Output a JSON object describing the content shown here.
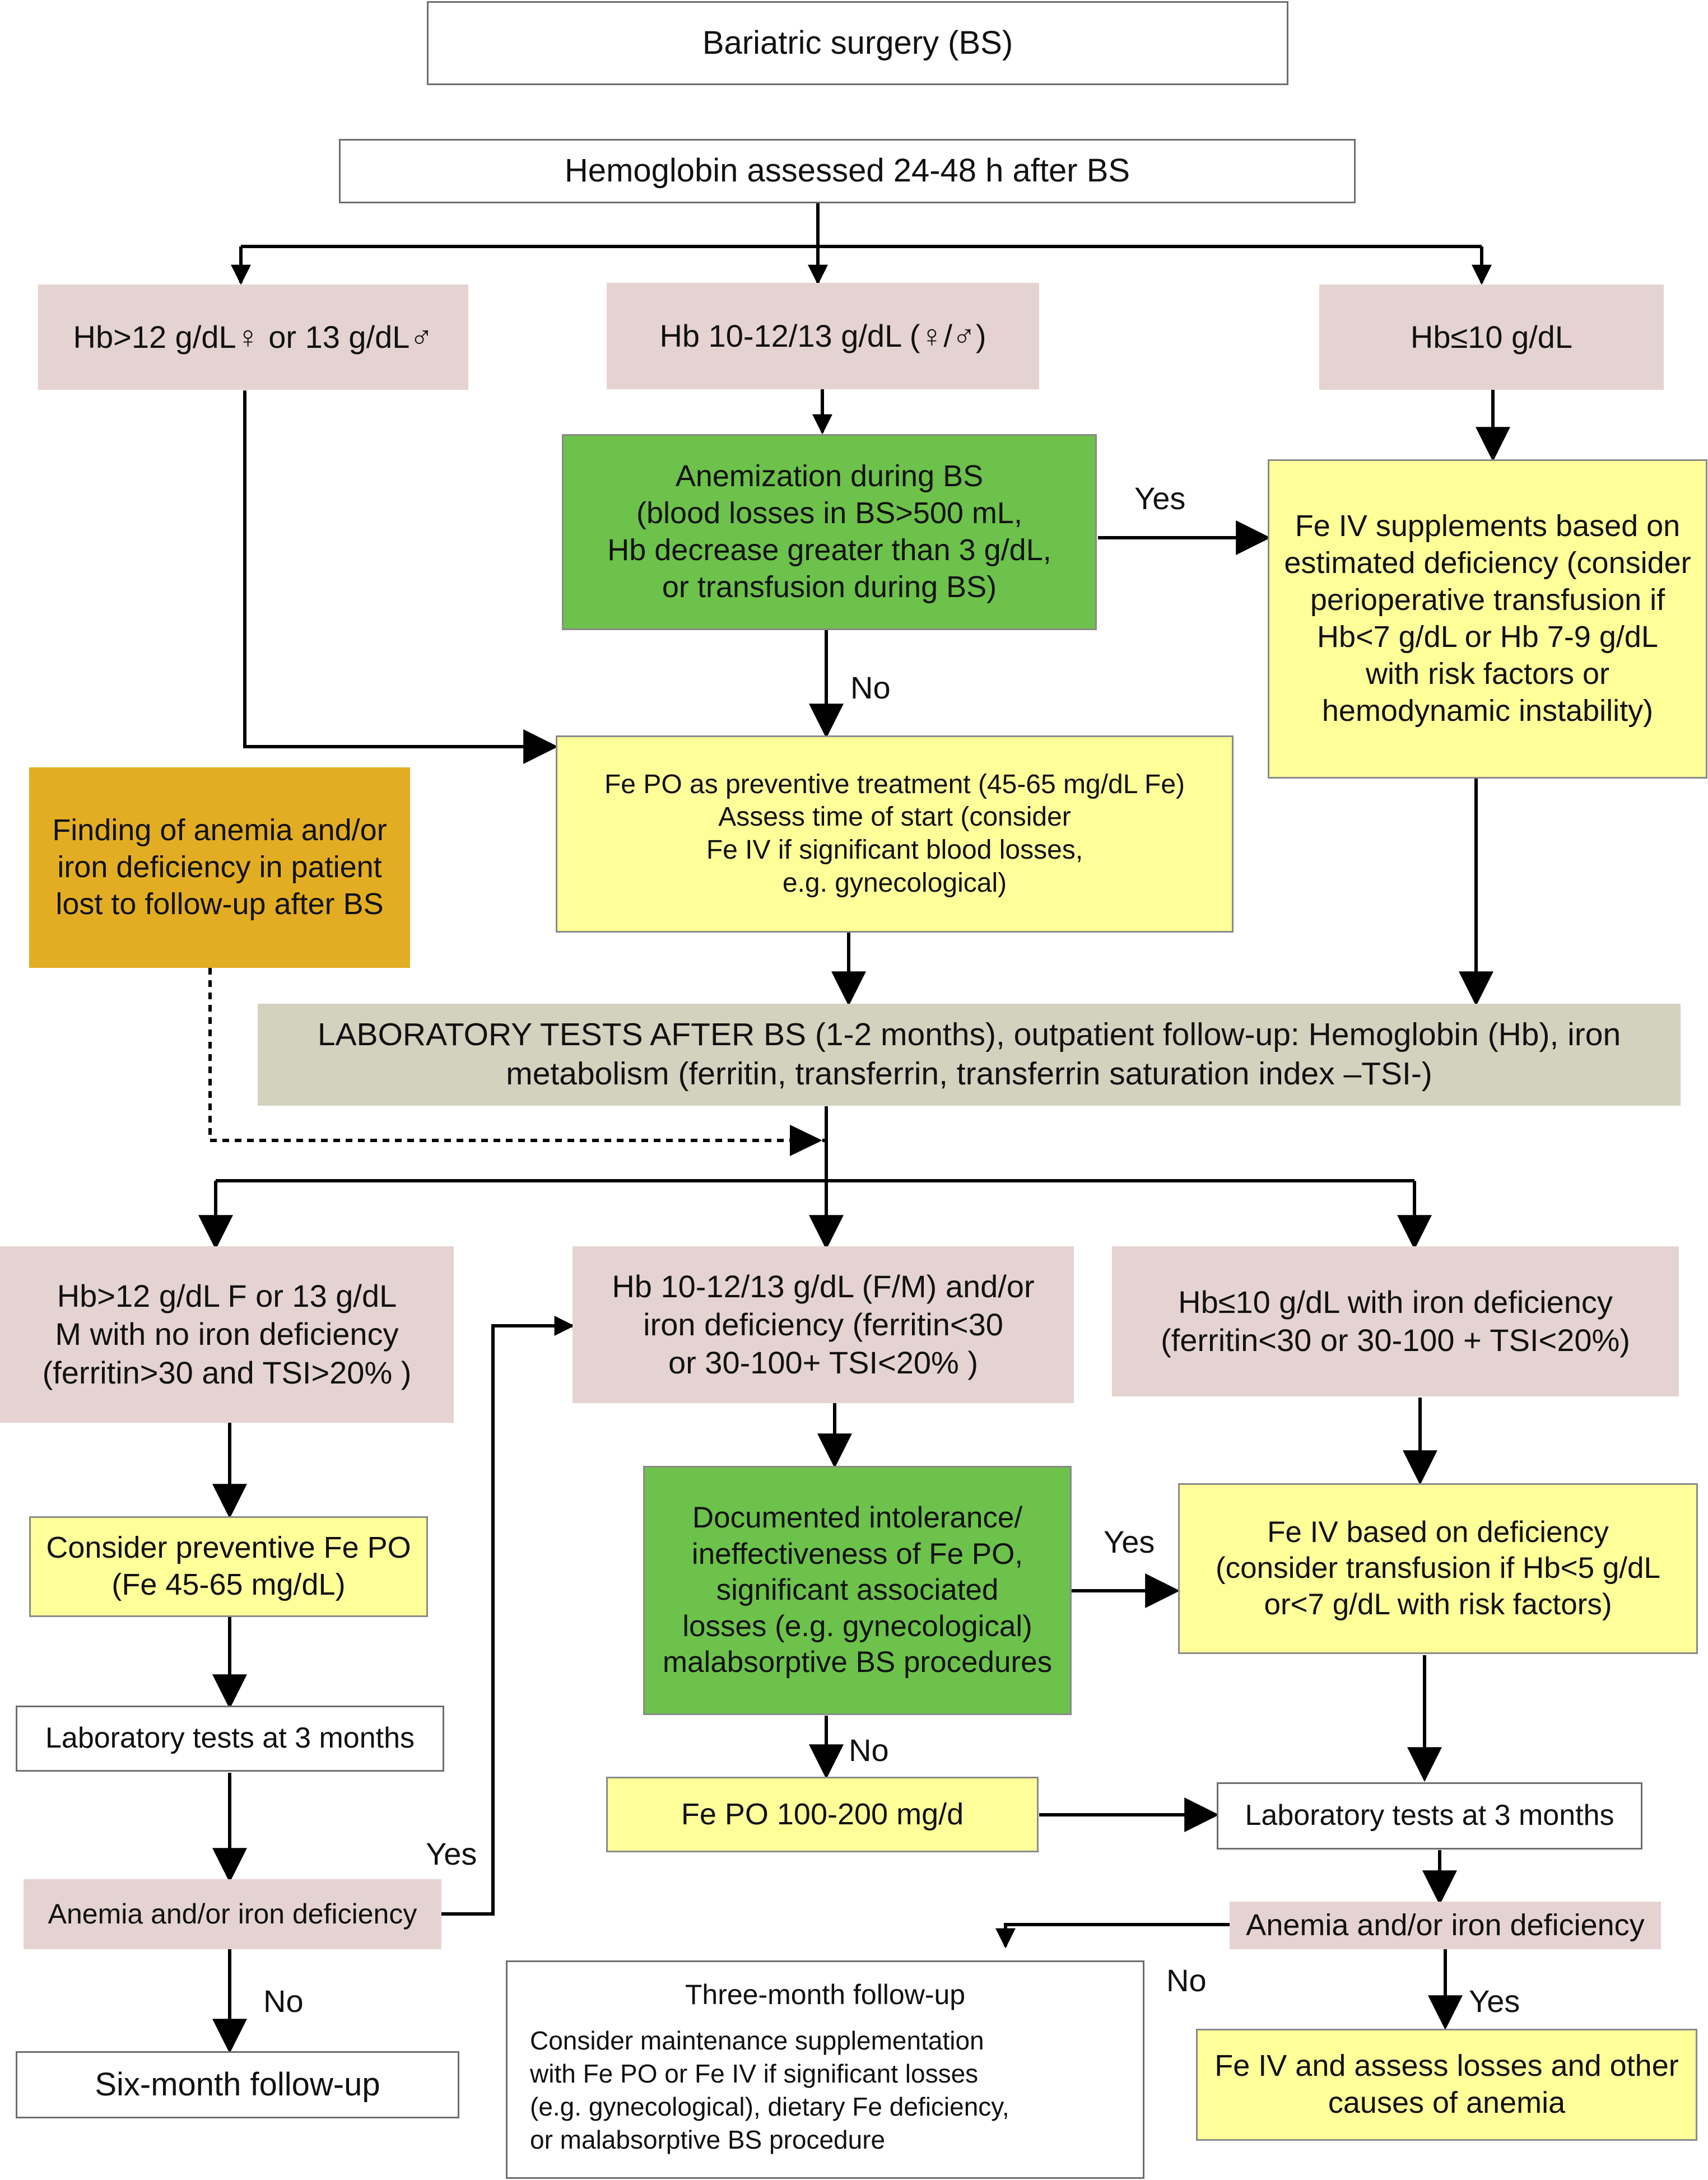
{
  "boxes": {
    "bs": "Bariatric surgery (BS)",
    "hb_assessed": "Hemoglobin assessed 24-48 h after BS",
    "hb_high": "Hb>12 g/dL♀ or 13 g/dL♂",
    "hb_mid": "Hb 10-12/13 g/dL (♀/♂)",
    "hb_low": "Hb≤10 g/dL",
    "anemization": "Anemization during BS\n(blood losses in BS>500 mL,\nHb decrease greater than 3 g/dL,\nor transfusion during BS)",
    "fe_iv_supplements": "Fe IV supplements based on\nestimated deficiency (consider\nperioperative transfusion if\nHb<7 g/dL or Hb 7-9 g/dL\nwith risk factors or\nhemodynamic instability)",
    "fe_po_preventive": "Fe PO as preventive treatment (45-65 mg/dL Fe)\nAssess time of start (consider\nFe IV if significant blood losses,\ne.g. gynecological)",
    "lost_followup": "Finding of anemia and/or\niron deficiency in patient\nlost to follow-up after BS",
    "lab_tests": "LABORATORY TESTS AFTER BS (1-2 months), outpatient follow-up: Hemoglobin (Hb), iron\nmetabolism (ferritin, transferrin, transferrin saturation index –TSI-)",
    "hb_high_f": "Hb>12 g/dL F or 13 g/dL\nM with no iron deficiency\n(ferritin>30 and TSI>20% )",
    "hb_mid_f": "Hb 10-12/13 g/dL (F/M) and/or\niron deficiency (ferritin<30\nor 30-100+ TSI<20% )",
    "hb_low_f": "Hb≤10 g/dL with iron deficiency\n(ferritin<30 or 30-100 + TSI<20%)",
    "consider_fe_po": "Consider preventive Fe PO\n(Fe 45-65 mg/dL)",
    "documented_intolerance": "Documented intolerance/\nineffectiveness of Fe PO,\nsignificant associated\nlosses (e.g. gynecological)\nmalabsorptive BS procedures",
    "fe_iv_deficiency": "Fe IV based on deficiency\n(consider transfusion if Hb<5 g/dL\nor<7 g/dL with risk factors)",
    "lab_3m_left": "Laboratory tests at 3 months",
    "fe_po_100": "Fe PO 100-200 mg/d",
    "lab_3m_right": "Laboratory tests at 3 months",
    "anemia_left": "Anemia and/or iron deficiency",
    "anemia_right": "Anemia and/or iron deficiency",
    "six_month": "Six-month follow-up",
    "three_month_title": "Three-month follow-up",
    "three_month_body": "Consider maintenance supplementation\nwith Fe PO or Fe IV if significant losses\n(e.g. gynecological), dietary Fe deficiency,\nor malabsorptive BS procedure",
    "fe_iv_assess": "Fe IV and assess losses and other\ncauses of anemia"
  },
  "labels": {
    "yes": "Yes",
    "no": "No"
  },
  "colors": {
    "pink": "#e5d3d2",
    "green": "#6cc24a",
    "yellow": "#ffff99",
    "orange": "#e2ad22",
    "gray": "#d3d2bf",
    "arrow": "#000000"
  }
}
